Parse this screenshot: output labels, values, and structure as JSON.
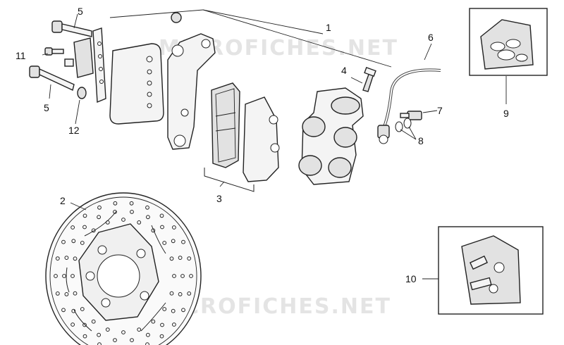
{
  "watermark": "MICROFICHES.NET",
  "callouts": {
    "c1": "1",
    "c2": "2",
    "c3": "3",
    "c4": "4",
    "c5a": "5",
    "c5b": "5",
    "c6": "6",
    "c7": "7",
    "c8": "8",
    "c9": "9",
    "c10": "10",
    "c11": "11",
    "c12": "12"
  }
}
